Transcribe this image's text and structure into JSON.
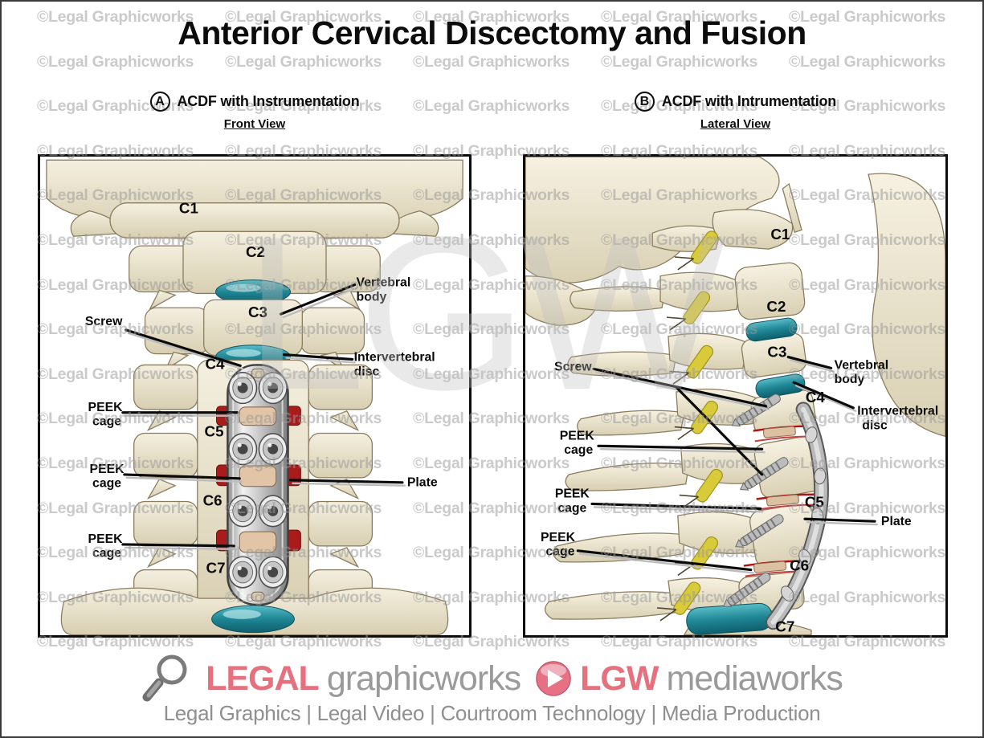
{
  "title": "Anterior Cervical Discectomy and Fusion",
  "watermark": {
    "text": "©Legal Graphicworks",
    "big_text": "LGW",
    "col_x": [
      44,
      278,
      512,
      746,
      980
    ],
    "row_start": 8,
    "row_step": 55.6,
    "rows": 15
  },
  "panel_a": {
    "letter": "A",
    "heading": "ACDF with Instrumentation",
    "view": "Front View",
    "labels": {
      "c1": "C1",
      "c2": "C2",
      "c3": "C3",
      "c4": "C4",
      "c5": "C5",
      "c6": "C6",
      "c7": "C7",
      "screw": "Screw",
      "vertebral_body": [
        "Vertebral",
        "body"
      ],
      "intervertebral_disc": [
        "Intervertebral",
        "disc"
      ],
      "peek_cage": [
        "PEEK",
        "cage"
      ],
      "plate": "Plate"
    }
  },
  "panel_b": {
    "letter": "B",
    "heading": "ACDF with Intrumentation",
    "view": "Lateral View",
    "labels": {
      "c1": "C1",
      "c2": "C2",
      "c3": "C3",
      "c4": "C4",
      "c5": "C5",
      "c6": "C6",
      "c7": "C7",
      "screw": "Screw",
      "vertebral_body": [
        "Vertebral",
        "body"
      ],
      "intervertebral_disc": [
        "Intervertebral",
        "disc"
      ],
      "peek_cage": [
        "PEEK",
        "cage"
      ],
      "plate": "Plate"
    }
  },
  "footer": {
    "brand1_accent": "LEGAL",
    "brand1_rest": "graphicworks",
    "brand2_accent": "LGW",
    "brand2_rest": "mediaworks",
    "tagline": "Legal Graphics | Legal Video | Courtroom Technology | Media Production"
  },
  "colors": {
    "accent": "#e5717f",
    "watermark": "#9a9a9a",
    "tagline": "#8f8f8f",
    "disc_teal": "#1f8695",
    "bone": "#e9e2cc",
    "plate_silver": "#c2c2c2",
    "cage_tan": "#e2c4a6",
    "disc_red": "#a81c1c",
    "nerve_yellow": "#d9ca39"
  }
}
